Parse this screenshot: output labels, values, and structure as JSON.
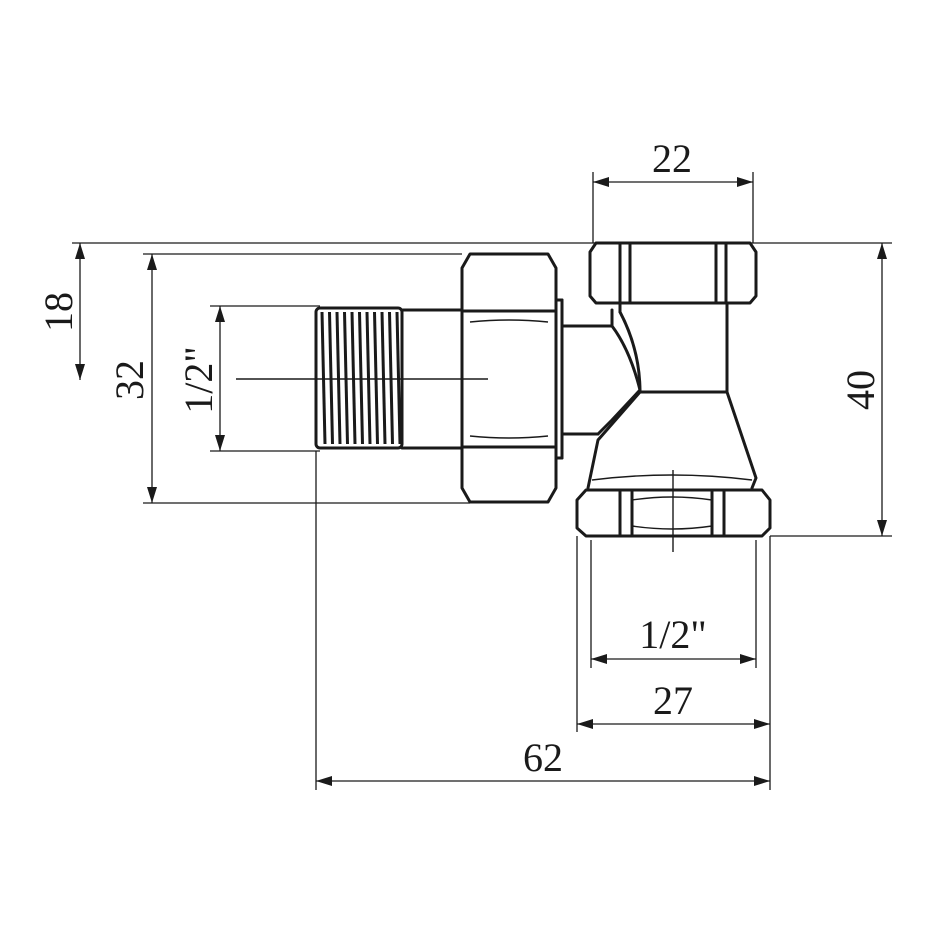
{
  "colors": {
    "line": "#1a1a1a",
    "background": "#ffffff"
  },
  "dimensions": {
    "top_nut_width": "22",
    "outer_height": "18",
    "inlet_nut_height": "32",
    "inlet_thread_size": "1/2\"",
    "overall_height": "40",
    "outlet_thread_size": "1/2\"",
    "outlet_nut_width": "27",
    "overall_length": "62"
  }
}
